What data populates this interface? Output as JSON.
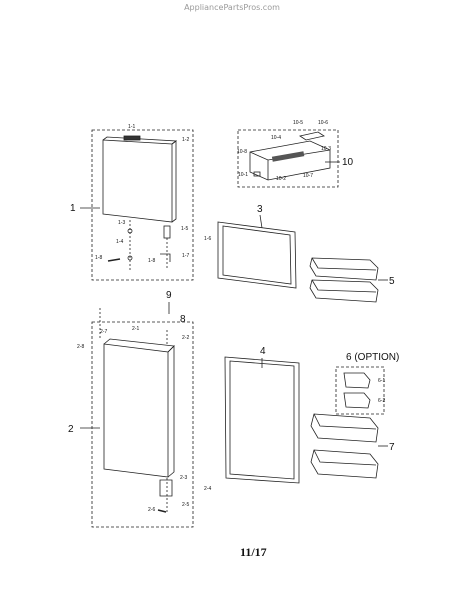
{
  "watermark": "AppliancePartsPros.com",
  "page_number": "11/17",
  "labels": {
    "p1": "1",
    "p1_1": "1-1",
    "p1_2": "1-2",
    "p1_3": "1-3",
    "p1_4": "1-4",
    "p1_5": "1-5",
    "p1_6": "1-6",
    "p1_7": "1-7",
    "p1_8": "1-8",
    "p1_8b": "1-8",
    "p2": "2",
    "p2_1": "2-1",
    "p2_2": "2-2",
    "p2_3": "2-3",
    "p2_4": "2-4",
    "p2_5": "2-5",
    "p2_6": "2-6",
    "p2_7": "2-7",
    "p2_8": "2-8",
    "p3": "3",
    "p4": "4",
    "p5": "5",
    "p6": "6 (OPTION)",
    "p6_1": "6-1",
    "p6_2": "6-2",
    "p7": "7",
    "p8": "8",
    "p9": "9",
    "p10": "10",
    "p10_1": "10-1",
    "p10_2": "10-2",
    "p10_3": "10-3",
    "p10_4": "10-4",
    "p10_5": "10-5",
    "p10_6": "10-6",
    "p10_7": "10-7",
    "p10_8": "10-8"
  }
}
